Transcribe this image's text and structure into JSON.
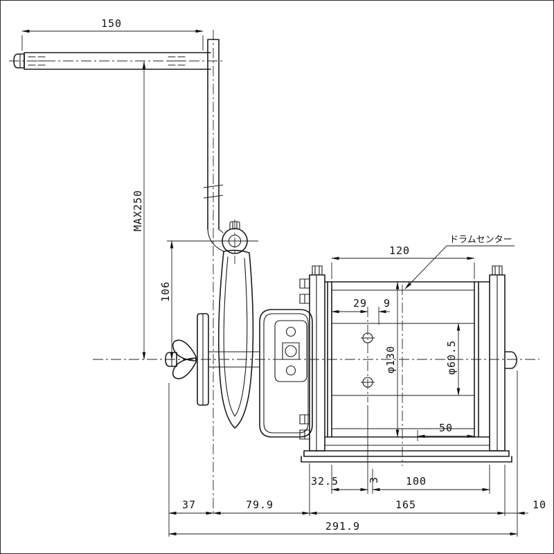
{
  "labels": {
    "drum_center": "ドラムセンター"
  },
  "dims": {
    "handle_length": "150",
    "max_crank_radius": "MAX250",
    "crank_pivot_offset": "106",
    "drum_inner_width": "120",
    "bolt_offset": "29",
    "bolt_hole": "9",
    "flange_diameter": "φ130",
    "barrel_diameter": "φ60.5",
    "right_offset": "50",
    "left_base_offset": "32.5",
    "plate_thickness": "3",
    "bolt_span": "100",
    "frame_width": "165",
    "shaft_stub": "10",
    "wing_offset": "37",
    "handle_to_frame": "79.9",
    "overall_width": "291.9"
  }
}
